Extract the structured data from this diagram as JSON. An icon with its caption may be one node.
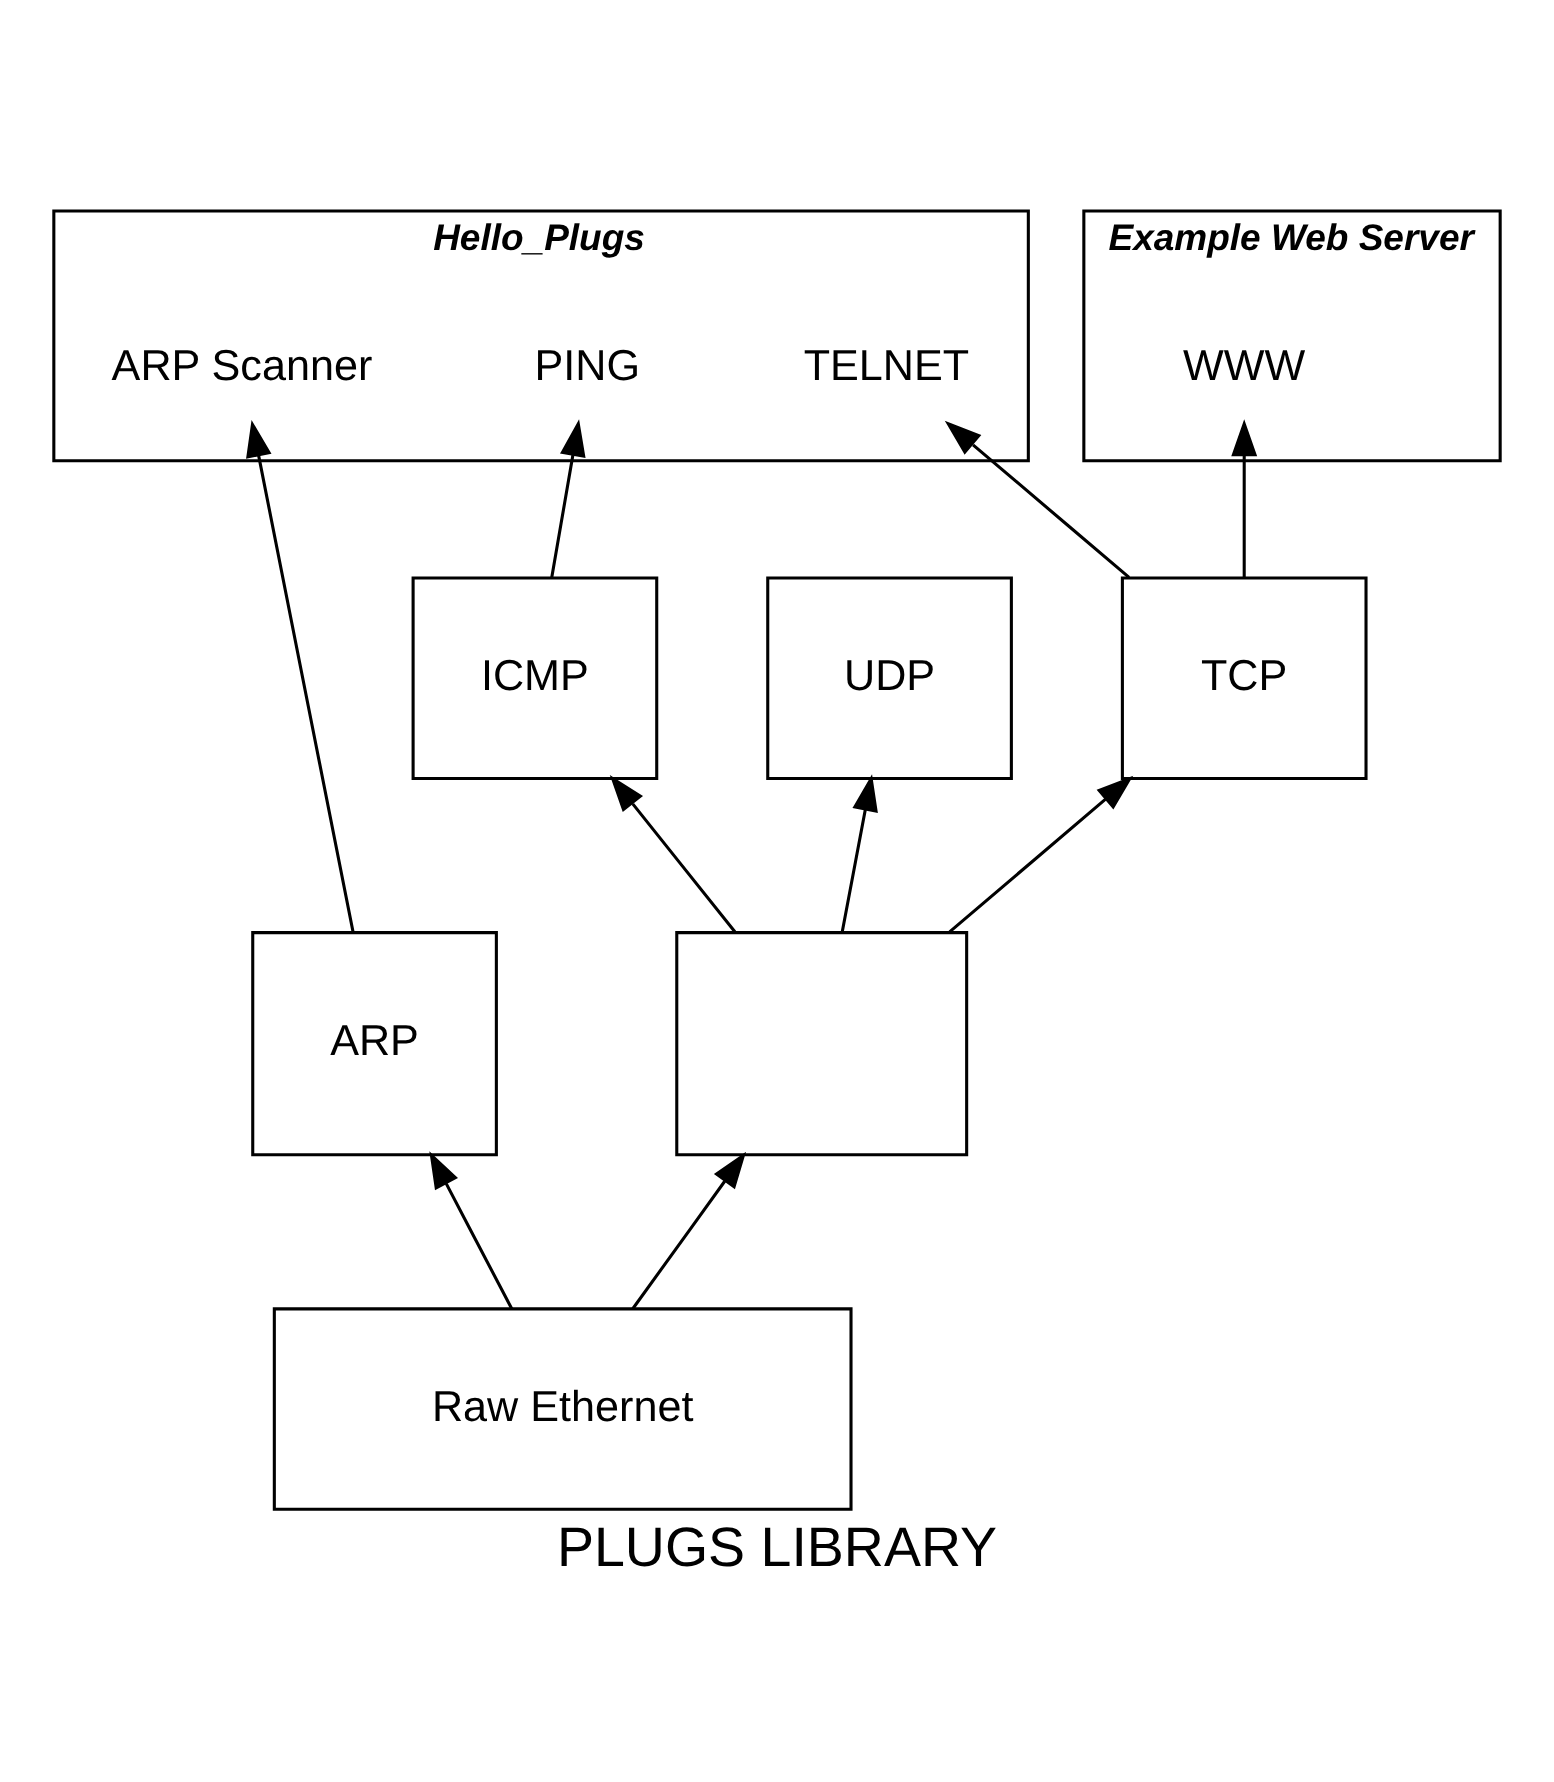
{
  "diagram": {
    "caption": "PLUGS LIBRARY",
    "nodes": [
      {
        "text": [
          "Hello_Plugs"
        ]
      },
      {
        "text": [
          "ARP Scanner"
        ],
        "in": 0
      },
      {
        "text": [
          "PING"
        ],
        "in": 0
      },
      {
        "text": [
          "TELNET"
        ],
        "in": 0
      },
      {
        "text": [
          "Example Web Server"
        ]
      },
      {
        "text": [
          "WWW"
        ],
        "in": 4
      },
      {
        "text": [
          "ICMP"
        ]
      },
      {
        "text": [
          "UDP"
        ]
      },
      {
        "text": [
          "TCP"
        ]
      },
      {
        "text": [
          "ARP"
        ]
      },
      {
        "text": [],
        "shape": "box"
      },
      {
        "text": [
          "Raw Ethernet"
        ]
      }
    ],
    "edges": [
      {
        "from": 11,
        "to": 9,
        "arrow": "to"
      },
      {
        "from": 11,
        "to": 10,
        "arrow": "to"
      },
      {
        "from": 10,
        "to": 6,
        "arrow": "to"
      },
      {
        "from": 10,
        "to": 7,
        "arrow": "to"
      },
      {
        "from": 10,
        "to": 8,
        "arrow": "to"
      },
      {
        "from": 9,
        "to": 1,
        "arrow": "to"
      },
      {
        "from": 6,
        "to": 2,
        "arrow": "to"
      },
      {
        "from": 8,
        "to": 3,
        "arrow": "to"
      },
      {
        "from": 8,
        "to": 5,
        "arrow": "to"
      }
    ]
  }
}
